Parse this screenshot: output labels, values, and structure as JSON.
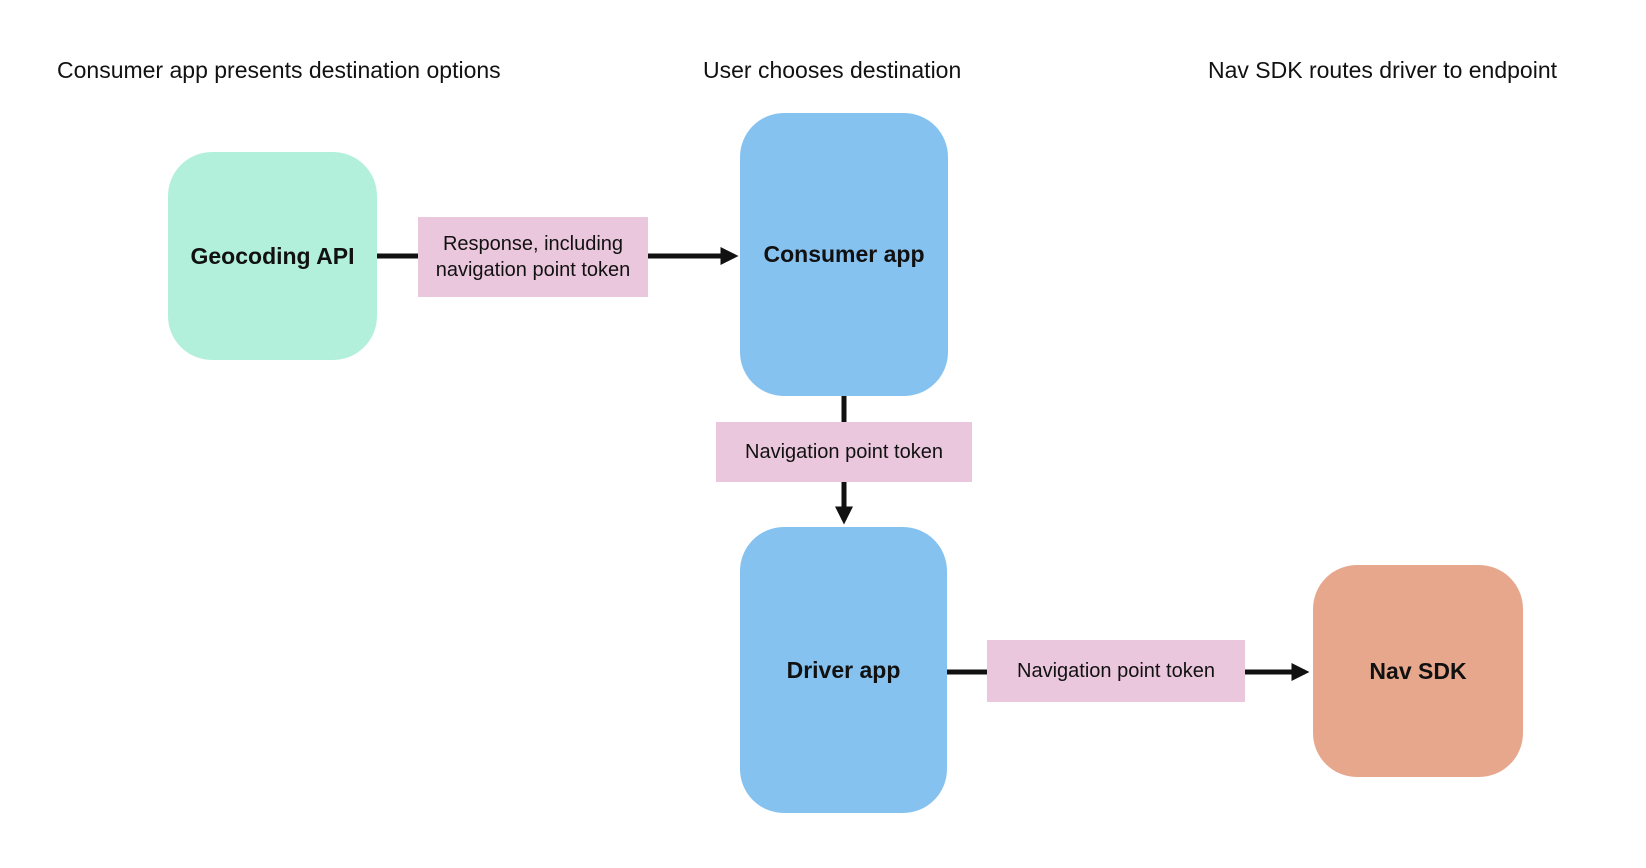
{
  "lanes": [
    "Consumer app presents destination options",
    "User chooses destination",
    "Nav SDK routes driver to endpoint"
  ],
  "nodes": {
    "geocoding_api": "Geocoding API",
    "consumer_app": "Consumer app",
    "driver_app": "Driver app",
    "nav_sdk": "Nav SDK"
  },
  "edges": {
    "geocoding_to_consumer": "Response, including navigation point token",
    "consumer_to_driver": "Navigation point token",
    "driver_to_nav_sdk": "Navigation point token"
  },
  "colors": {
    "geocoding_api": "#b2f0db",
    "consumer_app": "#85c2f0",
    "driver_app": "#85c2f0",
    "nav_sdk": "#e7a78d",
    "edge_label": "#ebc7de",
    "arrow": "#111111",
    "text": "#111111",
    "background": "#ffffff"
  }
}
